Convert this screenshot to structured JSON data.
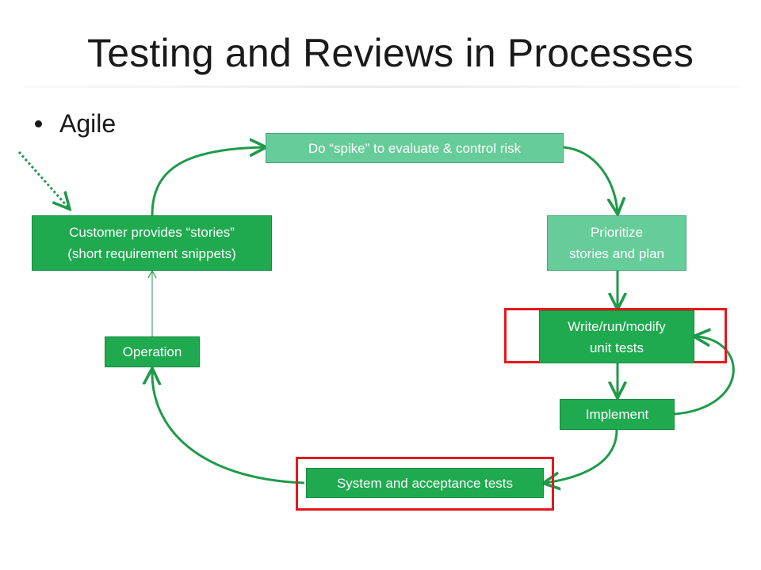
{
  "slide": {
    "title": "Testing and Reviews in Processes",
    "bullet": "Agile"
  },
  "boxes": {
    "spike": "Do “spike” to evaluate & control risk",
    "prioritize": "Prioritize\nstories and plan",
    "write_tests": "Write/run/modify\nunit tests",
    "implement": "Implement",
    "system_tests": "System and acceptance tests",
    "operation": "Operation",
    "customer": "Customer provides “stories”\n(short requirement snippets)"
  },
  "colors": {
    "box_light": "#66cc99",
    "box_dark": "#1faa50",
    "arrow": "#1f9a4a",
    "highlight": "#e3191b"
  }
}
